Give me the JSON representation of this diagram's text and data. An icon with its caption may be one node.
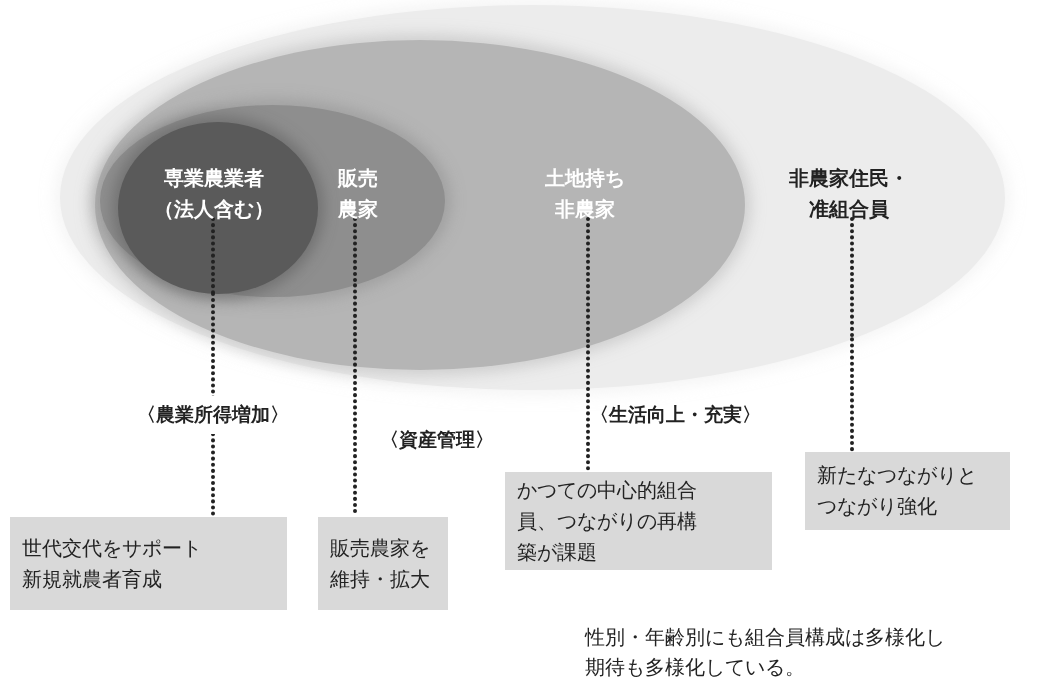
{
  "diagram": {
    "nodes": [
      {
        "text": [
          "非農家住民・准組合員"
        ]
      },
      {
        "text": [
          "土地持ち非農家"
        ],
        "in": 0
      },
      {
        "text": [
          "販売農家"
        ],
        "in": 1
      },
      {
        "text": [
          "専業農業者（法人含む）"
        ],
        "in": 2
      },
      {
        "text": [
          "世代交代をサポート",
          "新規就農者育成"
        ]
      },
      {
        "text": [
          "販売農家を維持・拡大"
        ]
      },
      {
        "text": [
          "かつての中心的組合員、つながりの再構築が課題"
        ]
      },
      {
        "text": [
          "新たなつながりとつながり強化"
        ]
      }
    ],
    "edges": [
      {
        "from": 3,
        "to": 4,
        "arrow": "none",
        "label": "〈農業所得増加〉"
      },
      {
        "from": 2,
        "to": 5,
        "arrow": "none"
      },
      {
        "from": 1,
        "to": 6,
        "arrow": "none"
      },
      {
        "from": 0,
        "to": 7,
        "arrow": "none"
      }
    ],
    "labels": [
      "〈資産管理〉",
      "〈生活向上・充実〉",
      "性別・年齢別にも組合員構成は多様化し期待も多様化している。"
    ]
  }
}
